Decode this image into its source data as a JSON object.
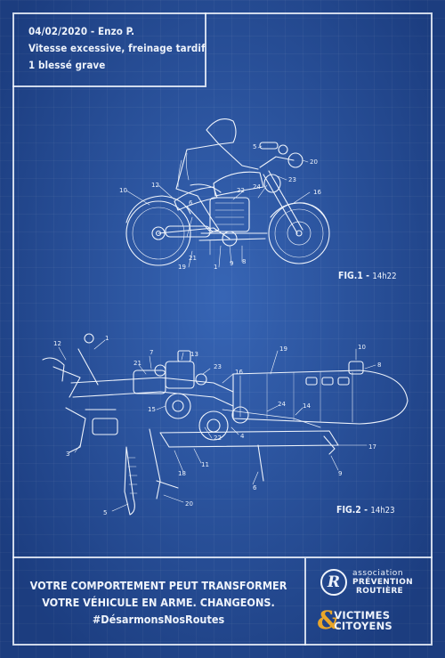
{
  "incident": {
    "date_name": "04/02/2020 - Enzo P.",
    "cause": "Vitesse excessive, freinage tardif",
    "victims": "1 blessé grave"
  },
  "figures": [
    {
      "label": "FIG.1",
      "time": "14h22"
    },
    {
      "label": "FIG.2",
      "time": "14h23"
    }
  ],
  "fig1_callouts": [
    "5",
    "20",
    "10",
    "12",
    "6",
    "22",
    "24",
    "23",
    "16",
    "21",
    "19",
    "1",
    "9",
    "8"
  ],
  "fig2_callouts": [
    "12",
    "1",
    "7",
    "13",
    "21",
    "23",
    "16",
    "19",
    "10",
    "8",
    "15",
    "24",
    "14",
    "4",
    "22",
    "3",
    "11",
    "18",
    "6",
    "17",
    "9",
    "5",
    "20"
  ],
  "message": {
    "line1": "VOTRE COMPORTEMENT PEUT TRANSFORMER",
    "line2": "VOTRE VÉHICULE EN ARME. CHANGEONS.",
    "hashtag": "#DésarmonsNosRoutes"
  },
  "logos": {
    "apr_mark": "R",
    "apr_line1": "association",
    "apr_line2": "PRÉVENTION",
    "apr_line3": "ROUTIÈRE",
    "vc_amp": "&",
    "vc_line1": "VICTIMES",
    "vc_line2": "CITOYENS"
  },
  "colors": {
    "background": "#2a56a6",
    "line": "#eef3fb",
    "accent": "#e9a62a"
  }
}
